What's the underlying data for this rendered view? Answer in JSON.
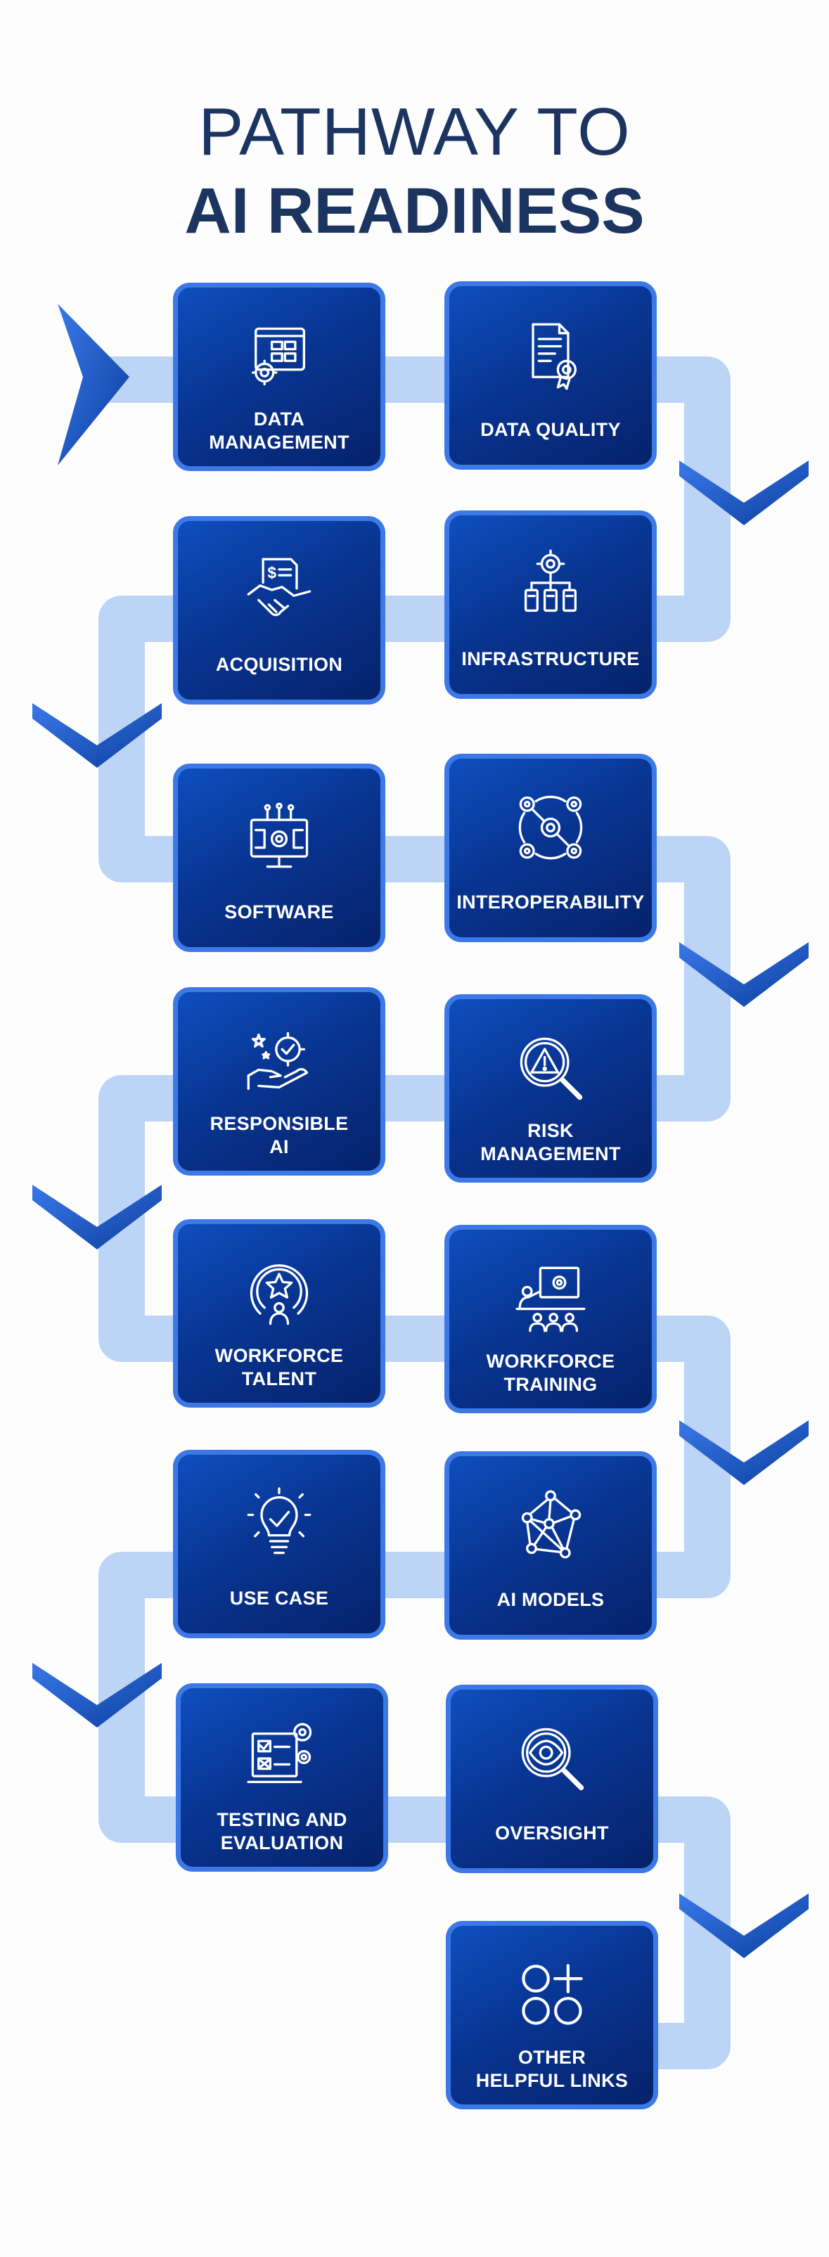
{
  "title": {
    "line1": "PATHWAY TO",
    "line2": "AI READINESS"
  },
  "colors": {
    "tile_dark": "#06226a",
    "tile_light": "#0e4fbf",
    "tile_border": "#3d79e6",
    "path": "#bcd5f6",
    "title": "#1c3560"
  },
  "steps": [
    {
      "label": "DATA\nMANAGEMENT",
      "icon": "data-management-icon"
    },
    {
      "label": "DATA QUALITY",
      "icon": "certificate-document-icon"
    },
    {
      "label": "INFRASTRUCTURE",
      "icon": "server-network-icon"
    },
    {
      "label": "ACQUISITION",
      "icon": "handshake-contract-icon"
    },
    {
      "label": "SOFTWARE",
      "icon": "software-monitor-icon"
    },
    {
      "label": "INTEROPERABILITY",
      "icon": "interconnected-gears-icon"
    },
    {
      "label": "RISK\nMANAGEMENT",
      "icon": "risk-magnifier-icon"
    },
    {
      "label": "RESPONSIBLE\nAI",
      "icon": "responsible-ai-hand-icon"
    },
    {
      "label": "WORKFORCE\nTALENT",
      "icon": "talent-star-icon"
    },
    {
      "label": "WORKFORCE\nTRAINING",
      "icon": "training-presentation-icon"
    },
    {
      "label": "AI MODELS",
      "icon": "neural-network-icon"
    },
    {
      "label": "USE CASE",
      "icon": "lightbulb-check-icon"
    },
    {
      "label": "TESTING AND\nEVALUATION",
      "icon": "testing-checklist-icon"
    },
    {
      "label": "OVERSIGHT",
      "icon": "eye-magnifier-icon"
    },
    {
      "label": "OTHER\nHELPFUL LINKS",
      "icon": "shapes-plus-icon"
    }
  ]
}
